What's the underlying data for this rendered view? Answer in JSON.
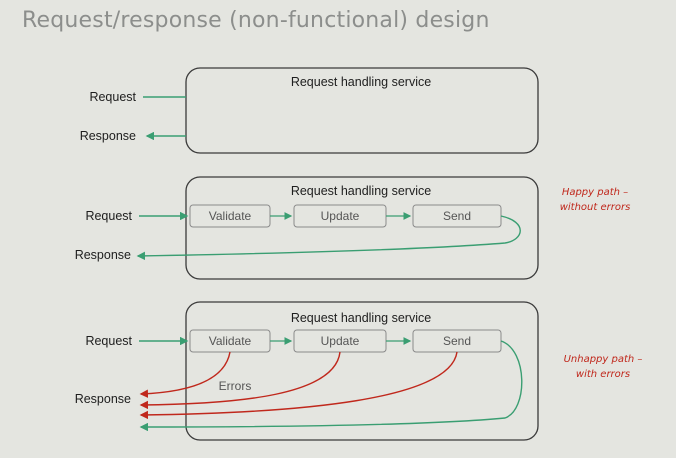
{
  "title": "Request/response (non-functional) design",
  "labels": {
    "request": "Request",
    "response": "Response",
    "service": "Request handling service"
  },
  "steps": [
    "Validate",
    "Update",
    "Send"
  ],
  "notes": {
    "happy_line1": "Happy path –",
    "happy_line2": "without errors",
    "unhappy_line1": "Unhappy path –",
    "unhappy_line2": "with errors"
  },
  "errors_label": "Errors",
  "colors": {
    "green": "#3a9e72",
    "red": "#c0281c",
    "box_border": "#3a3a3a",
    "step_border": "#8a8a8a"
  }
}
